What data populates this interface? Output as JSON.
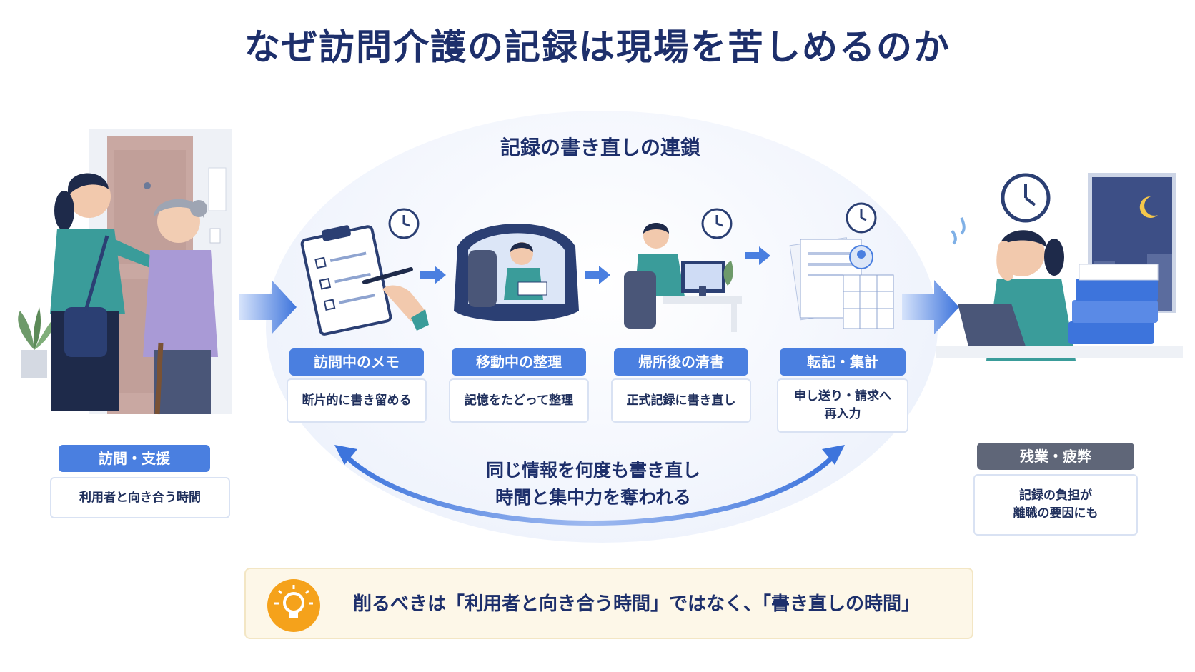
{
  "title": "なぜ訪問介護の記録は現場を苦しめるのか",
  "cycle_title": "記録の書き直しの連鎖",
  "left": {
    "label": "訪問・支援",
    "desc": "利用者と向き合う時間"
  },
  "steps": [
    {
      "label": "訪問中のメモ",
      "desc": "断片的に書き留める"
    },
    {
      "label": "移動中の整理",
      "desc": "記憶をたどって整理"
    },
    {
      "label": "帰所後の清書",
      "desc": "正式記録に書き直し"
    },
    {
      "label": "転記・集計",
      "desc_line1": "申し送り・請求へ",
      "desc_line2": "再入力"
    }
  ],
  "right": {
    "label": "残業・疲弊",
    "desc_line1": "記録の負担が",
    "desc_line2": "離職の要因にも"
  },
  "loop": {
    "line1": "同じ情報を何度も書き直し",
    "line2": "時間と集中力を奪われる"
  },
  "tip": {
    "text": "削るべきは「利用者と向き合う時間」ではなく、「書き直しの時間」"
  },
  "colors": {
    "navy": "#1d2f6b",
    "accent_blue": "#4a7fe0",
    "gray_pill": "#5f6678",
    "teal": "#3a9c9a",
    "tip_bg": "#fdf7e8",
    "bulb": "#f5a21b"
  }
}
